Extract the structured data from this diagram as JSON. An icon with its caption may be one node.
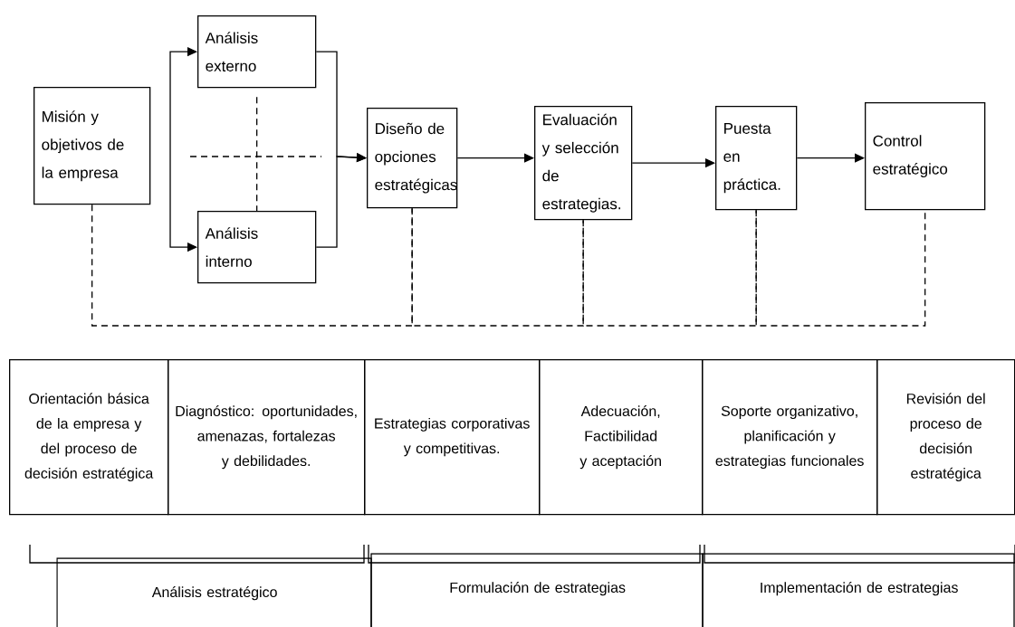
{
  "diagram": {
    "nodes": [
      {
        "text": [
          "Misión y objetivos de la empresa"
        ]
      },
      {
        "text": [
          "Análisis externo"
        ]
      },
      {
        "text": [
          "Análisis interno"
        ]
      },
      {
        "text": [
          "Diseño de opciones estratégicas"
        ]
      },
      {
        "text": [
          "Evaluación y selección de estrategias."
        ]
      },
      {
        "text": [
          "Puesta en práctica."
        ]
      },
      {
        "text": [
          "Control estratégico"
        ]
      },
      {
        "text": [
          "Orientación básica de la empresa y del proceso de decisión estratégica"
        ]
      },
      {
        "text": [
          "Diagnóstico: oportunidades, amenazas, fortalezas y debilidades."
        ]
      },
      {
        "text": [
          "Estrategias corporativas y competitivas."
        ]
      },
      {
        "text": [
          "Adecuación, Factibilidad y aceptación"
        ]
      },
      {
        "text": [
          "Soporte organizativo, planificación y estrategias funcionales"
        ]
      },
      {
        "text": [
          "Revisión del proceso de decisión estratégica"
        ]
      },
      {
        "text": [
          "Análisis estratégico"
        ]
      },
      {
        "text": [
          "Formulación de estrategias"
        ]
      },
      {
        "text": [
          "Implementación de estrategias"
        ]
      }
    ],
    "edges": [
      {
        "from": null,
        "to": 1,
        "arrow": "to"
      },
      {
        "from": null,
        "to": 2,
        "arrow": "to"
      },
      {
        "from": 1,
        "to": 3,
        "arrow": "to"
      },
      {
        "from": 2,
        "to": 3,
        "arrow": "to"
      },
      {
        "from": 3,
        "to": 4,
        "arrow": "to"
      },
      {
        "from": 4,
        "to": 5,
        "arrow": "to"
      },
      {
        "from": 5,
        "to": 6,
        "arrow": "to"
      },
      {
        "from": 1,
        "to": 2,
        "arrow": "none",
        "style": "dashed"
      },
      {
        "from": 0,
        "to": 3,
        "arrow": "none",
        "style": "dashed"
      },
      {
        "from": 3,
        "to": 4,
        "arrow": "none",
        "style": "dashed"
      },
      {
        "from": 4,
        "to": 5,
        "arrow": "none",
        "style": "dashed"
      },
      {
        "from": 5,
        "to": 6,
        "arrow": "none",
        "style": "dashed"
      }
    ]
  }
}
